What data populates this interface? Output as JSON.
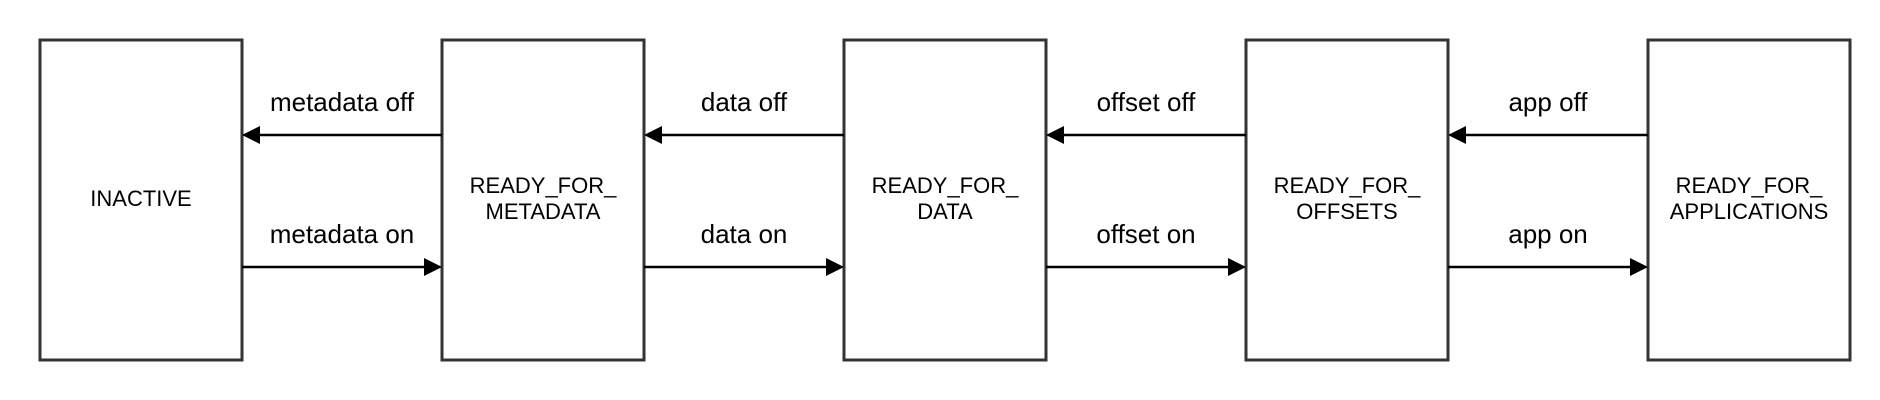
{
  "states": [
    {
      "id": "inactive",
      "lines": [
        "INACTIVE"
      ]
    },
    {
      "id": "ready-for-metadata",
      "lines": [
        "READY_FOR_",
        "METADATA"
      ]
    },
    {
      "id": "ready-for-data",
      "lines": [
        "READY_FOR_",
        "DATA"
      ]
    },
    {
      "id": "ready-for-offsets",
      "lines": [
        "READY_FOR_",
        "OFFSETS"
      ]
    },
    {
      "id": "ready-for-applications",
      "lines": [
        "READY_FOR_",
        "APPLICATIONS"
      ]
    }
  ],
  "transitions": [
    {
      "id": "metadata-off",
      "from": "ready-for-metadata",
      "to": "inactive",
      "label": "metadata off"
    },
    {
      "id": "metadata-on",
      "from": "inactive",
      "to": "ready-for-metadata",
      "label": "metadata on"
    },
    {
      "id": "data-off",
      "from": "ready-for-data",
      "to": "ready-for-metadata",
      "label": "data off"
    },
    {
      "id": "data-on",
      "from": "ready-for-metadata",
      "to": "ready-for-data",
      "label": "data on"
    },
    {
      "id": "offset-off",
      "from": "ready-for-offsets",
      "to": "ready-for-data",
      "label": "offset off"
    },
    {
      "id": "offset-on",
      "from": "ready-for-data",
      "to": "ready-for-offsets",
      "label": "offset on"
    },
    {
      "id": "app-off",
      "from": "ready-for-applications",
      "to": "ready-for-offsets",
      "label": "app off"
    },
    {
      "id": "app-on",
      "from": "ready-for-offsets",
      "to": "ready-for-applications",
      "label": "app on"
    }
  ],
  "colors": {
    "box_stroke": "#333333",
    "arrow": "#000000",
    "text": "#000000",
    "background": "#ffffff"
  }
}
